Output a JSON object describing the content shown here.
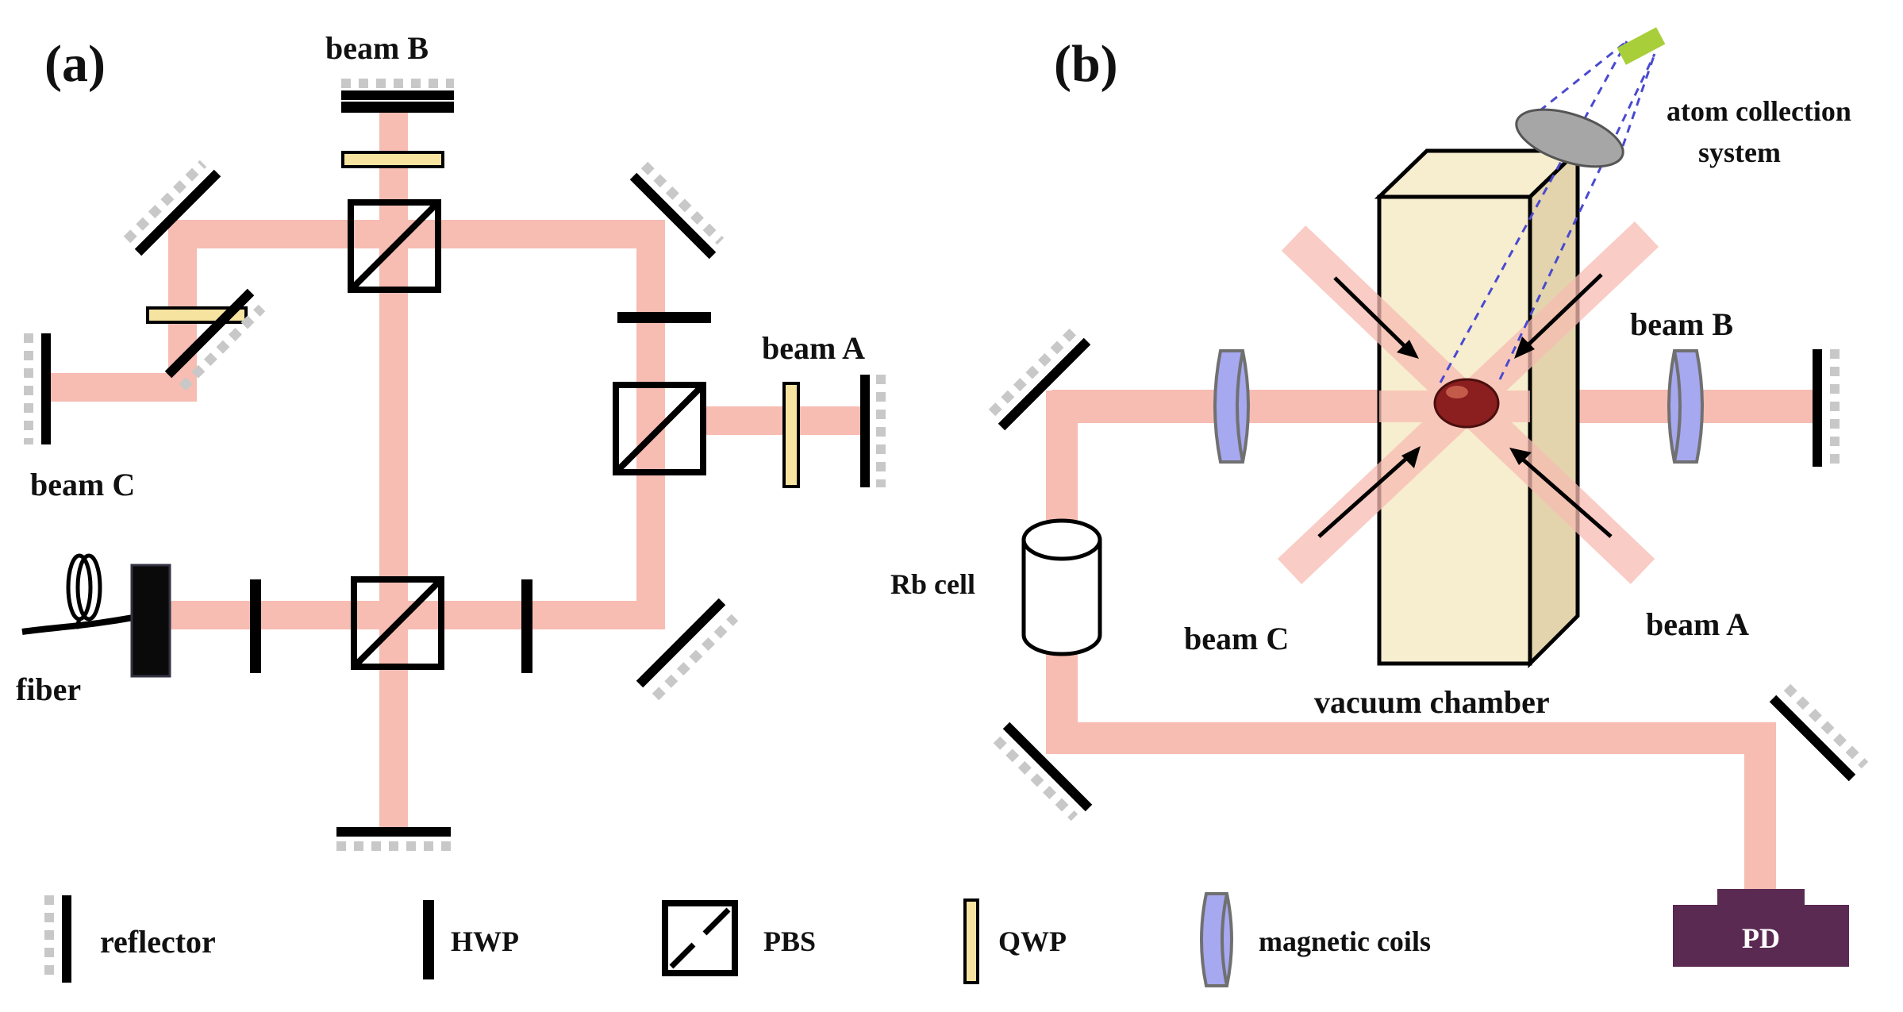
{
  "panel_a": {
    "label": "(a)",
    "beam_a_label": "beam A",
    "beam_b_label": "beam B",
    "beam_c_label": "beam C",
    "fiber_label": "fiber"
  },
  "panel_b": {
    "label": "(b)",
    "beam_a_label": "beam A",
    "beam_b_label": "beam B",
    "beam_c_label": "beam C",
    "rb_cell_label": "Rb cell",
    "vacuum_chamber_label": "vacuum chamber",
    "atom_collection_line1": "atom collection",
    "atom_collection_line2": "system",
    "pd_label": "PD"
  },
  "legend": {
    "reflector": "reflector",
    "hwp": "HWP",
    "pbs": "PBS",
    "qwp": "QWP",
    "magnetic_coils": "magnetic coils"
  },
  "colors": {
    "laser_beam": "#f7bcb2",
    "qwp": "#f6e3a0",
    "coil": "#a6a8f0",
    "chamber": "#f7edcf",
    "atom_cloud": "#8b1e1e",
    "photodiode": "#5a2a52",
    "camera": "#a8cf3a"
  },
  "icons": [
    "reflector-icon",
    "hwp-icon",
    "pbs-icon",
    "qwp-icon",
    "magnetic-coil-icon",
    "fiber-coil-icon",
    "rb-cell-icon",
    "lens-icon",
    "camera-icon",
    "photodiode-icon"
  ]
}
